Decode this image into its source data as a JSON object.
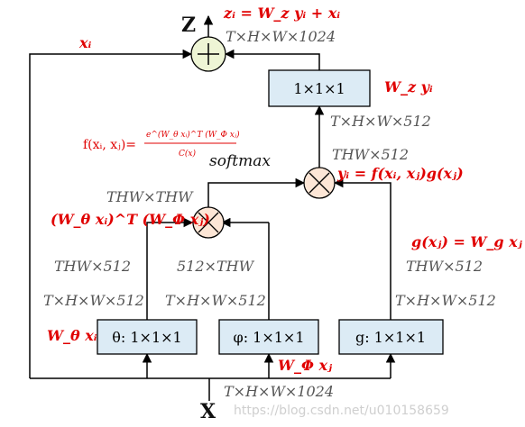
{
  "inputs": {
    "x_label": "X",
    "x_dims": "T×H×W×1024"
  },
  "output": {
    "z_label": "Z",
    "z_formula": "zᵢ = W_z yᵢ + xᵢ",
    "z_dims": "T×H×W×1024",
    "residual_label": "xᵢ"
  },
  "boxes": {
    "theta": "θ: 1×1×1",
    "phi": "φ: 1×1×1",
    "g": "g: 1×1×1",
    "wz": "1×1×1"
  },
  "dims": {
    "theta_out": "T×H×W×512",
    "theta_reshape": "THW×512",
    "phi_out": "T×H×W×512",
    "phi_reshape": "512×THW",
    "g_out": "T×H×W×512",
    "g_reshape": "THW×512",
    "affinity": "THW×THW",
    "y_out": "THW×512",
    "wz_in": "T×H×W×512"
  },
  "annotations": {
    "softmax": "softmax",
    "f_lhs": "f(xᵢ, xⱼ)=",
    "f_num": "e^(W_θ xᵢ)^T (W_Φ xⱼ)",
    "f_den": "C(x)",
    "theta_phi": "(W_θ xᵢ)^T (W_Φ xⱼ)",
    "y_formula": "yᵢ = f(xᵢ, xⱼ)g(xⱼ)",
    "g_formula": "g(xⱼ) = W_g xⱼ",
    "wz_formula": "W_z yᵢ",
    "theta_formula": "W_θ xᵢ",
    "phi_formula": "W_Φ xⱼ"
  },
  "ops": {
    "plus": "+",
    "times": "×"
  },
  "watermark": "https://blog.csdn.net/u010158659",
  "colors": {
    "box_fill": "#dcebf5",
    "plus_fill": "#eef5d5",
    "times_fill": "#fde6d6",
    "annotation": "#e00000"
  }
}
